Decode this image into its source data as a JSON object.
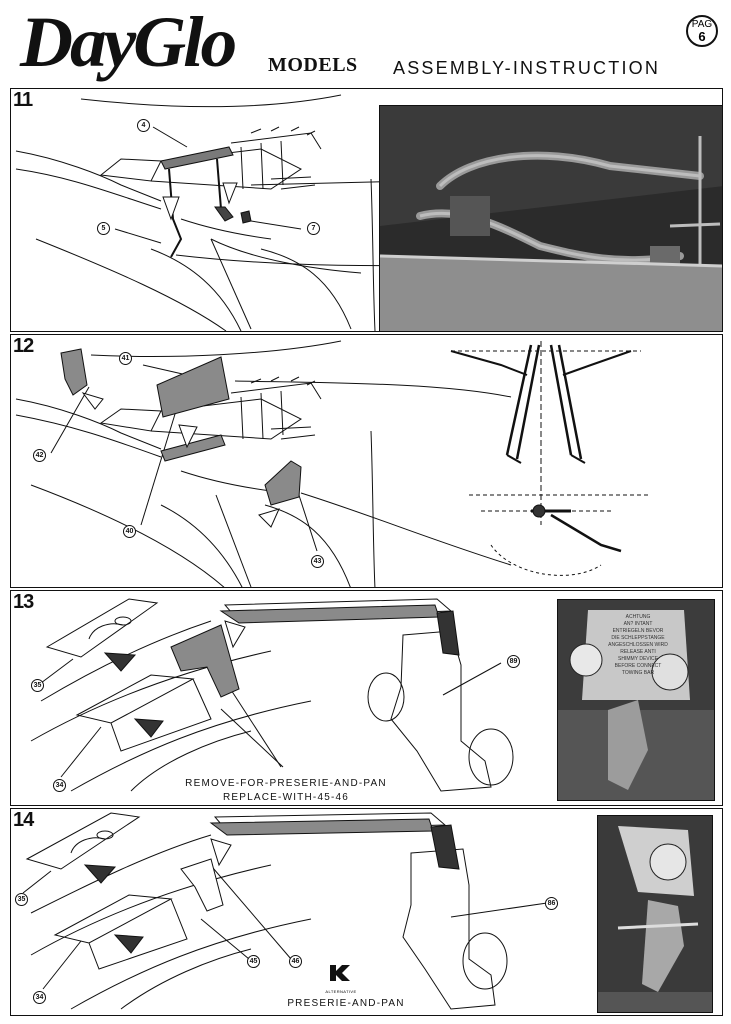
{
  "header": {
    "brand": "DayGlo",
    "brand_suffix": "MODELS",
    "title": "ASSEMBLY-INSTRUCTION",
    "page_label": "PAG",
    "page_number": "6"
  },
  "steps": [
    {
      "number": "11",
      "callouts": [
        "4",
        "5",
        "7"
      ]
    },
    {
      "number": "12",
      "callouts": [
        "41",
        "42",
        "40",
        "43"
      ]
    },
    {
      "number": "13",
      "callouts": [
        "35",
        "34",
        "89"
      ],
      "note_line1": "REMOVE-FOR-PRESERIE-AND-PAN",
      "note_line2": "REPLACE-WITH-45-46",
      "photo_text": [
        "ACHTUNG",
        "AN? INTANT",
        "ENTRIEGELN BEVOR",
        "DIE SCHLEPPSTANGE",
        "ANGESCHLOSSEN WIRD",
        "RELEASE ANTI",
        "SHIMMY DEVICE",
        "BEFORE CONNECT",
        "TOWING BAR"
      ]
    },
    {
      "number": "14",
      "callouts": [
        "35",
        "34",
        "45",
        "46",
        "86"
      ],
      "logo_text": "ALTERNATIVE",
      "caption": "PRESERIE-AND-PAN"
    }
  ],
  "colors": {
    "ink": "#111111",
    "gray_part": "#8a8a8a",
    "photo_dark": "#2a2a2a"
  }
}
